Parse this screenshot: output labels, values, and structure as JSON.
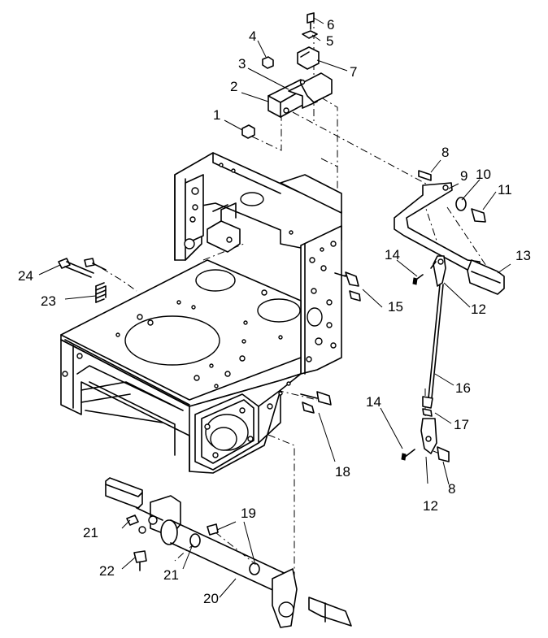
{
  "diagram": {
    "callouts": [
      {
        "id": "c1",
        "text": "1"
      },
      {
        "id": "c2",
        "text": "2"
      },
      {
        "id": "c3",
        "text": "3"
      },
      {
        "id": "c4",
        "text": "4"
      },
      {
        "id": "c5",
        "text": "5"
      },
      {
        "id": "c6",
        "text": "6"
      },
      {
        "id": "c7",
        "text": "7"
      },
      {
        "id": "c8a",
        "text": "8"
      },
      {
        "id": "c8b",
        "text": "8"
      },
      {
        "id": "c9",
        "text": "9"
      },
      {
        "id": "c10",
        "text": "10"
      },
      {
        "id": "c11",
        "text": "11"
      },
      {
        "id": "c12a",
        "text": "12"
      },
      {
        "id": "c12b",
        "text": "12"
      },
      {
        "id": "c13",
        "text": "13"
      },
      {
        "id": "c14a",
        "text": "14"
      },
      {
        "id": "c14b",
        "text": "14"
      },
      {
        "id": "c15",
        "text": "15"
      },
      {
        "id": "c16",
        "text": "16"
      },
      {
        "id": "c17",
        "text": "17"
      },
      {
        "id": "c18",
        "text": "18"
      },
      {
        "id": "c19",
        "text": "19"
      },
      {
        "id": "c20",
        "text": "20"
      },
      {
        "id": "c21a",
        "text": "21"
      },
      {
        "id": "c21b",
        "text": "21"
      },
      {
        "id": "c22",
        "text": "22"
      },
      {
        "id": "c23",
        "text": "23"
      },
      {
        "id": "c24",
        "text": "24"
      }
    ]
  }
}
